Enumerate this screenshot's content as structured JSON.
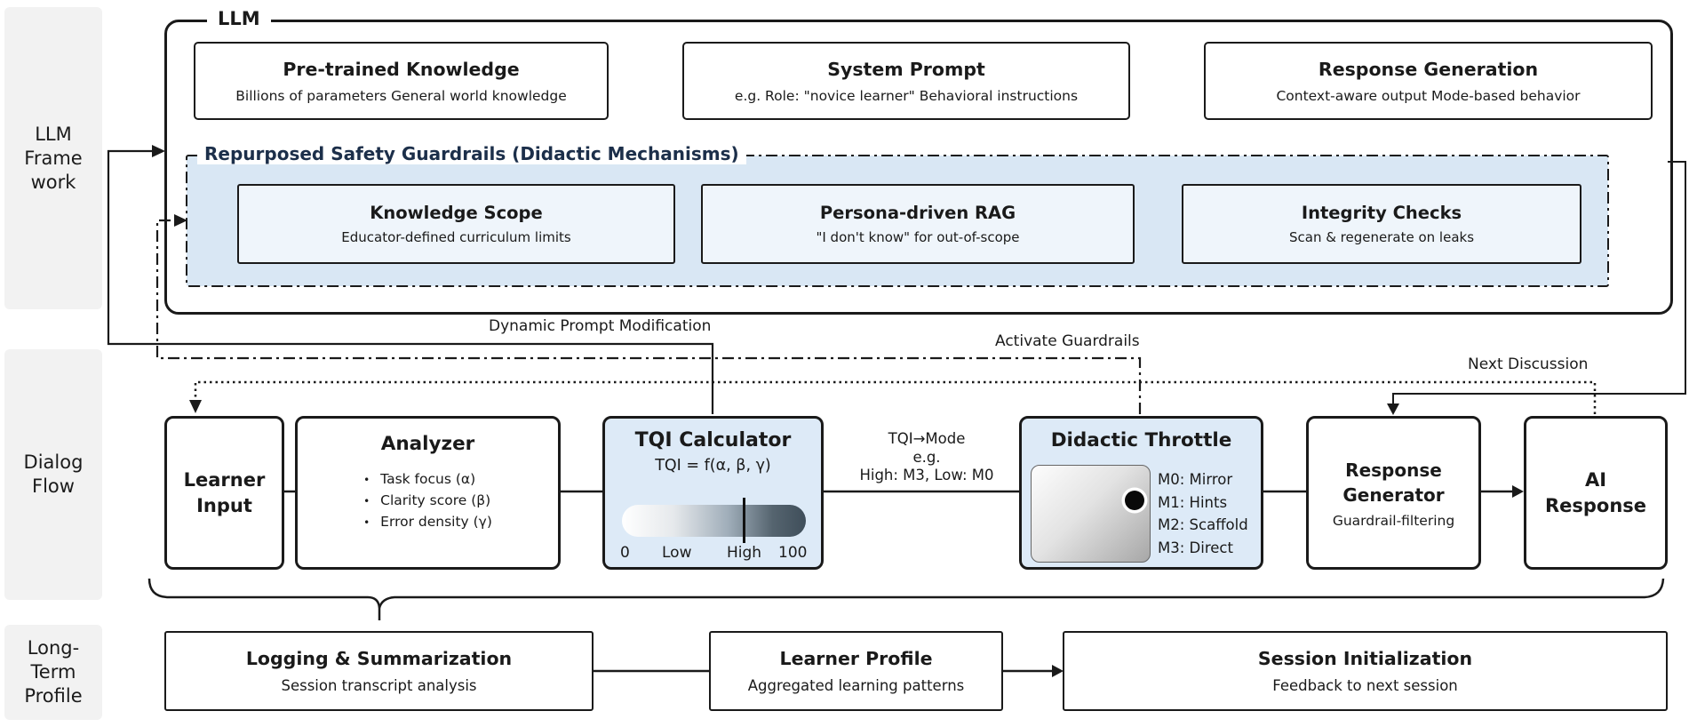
{
  "section_labels": {
    "llm_framework": "LLM\nFrame\nwork",
    "dialog_flow": "Dialog\nFlow",
    "long_term_profile": "Long-\nTerm\nProfile"
  },
  "llm_frame": {
    "label": "LLM",
    "boxes": [
      {
        "title": "Pre-trained Knowledge",
        "subtitle": "Billions of parameters General world knowledge"
      },
      {
        "title": "System Prompt",
        "subtitle": "e.g. Role: \"novice learner\" Behavioral instructions"
      },
      {
        "title": "Response Generation",
        "subtitle": "Context-aware output Mode-based behavior"
      }
    ],
    "guardrails": {
      "title": "Repurposed Safety Guardrails (Didactic Mechanisms)",
      "boxes": [
        {
          "title": "Knowledge Scope",
          "subtitle": "Educator-defined curriculum limits"
        },
        {
          "title": "Persona-driven RAG",
          "subtitle": "\"I don't know\" for out-of-scope"
        },
        {
          "title": "Integrity Checks",
          "subtitle": "Scan & regenerate on leaks"
        }
      ]
    }
  },
  "connector_labels": {
    "dynamic_prompt": "Dynamic Prompt Modification",
    "activate_guardrails": "Activate Guardrails",
    "next_discussion": "Next Discussion",
    "tqi_mode_line1": "TQI→Mode",
    "tqi_mode_line2": "e.g.",
    "tqi_mode_line3": "High: M3, Low: M0"
  },
  "dialog_flow": {
    "learner_input": "Learner\nInput",
    "analyzer": {
      "title": "Analyzer",
      "bullets": [
        "Task focus (α)",
        "Clarity score (β)",
        "Error density (γ)"
      ]
    },
    "tqi": {
      "title": "TQI Calculator",
      "formula": "TQI = f(α, β, γ)",
      "scale": {
        "min": "0",
        "low": "Low",
        "high": "High",
        "max": "100"
      }
    },
    "throttle": {
      "title": "Didactic Throttle",
      "modes": "M0: Mirror\nM1: Hints\nM2: Scaffold\nM3: Direct"
    },
    "response_generator": {
      "title": "Response\nGenerator",
      "subtitle": "Guardrail-filtering"
    },
    "ai_response": "AI\nResponse"
  },
  "long_term": {
    "boxes": [
      {
        "title": "Logging & Summarization",
        "subtitle": "Session transcript analysis"
      },
      {
        "title": "Learner Profile",
        "subtitle": "Aggregated learning patterns"
      },
      {
        "title": "Session Initialization",
        "subtitle": "Feedback to next session"
      }
    ]
  },
  "colors": {
    "border": "#1a1a1a",
    "guardrails_fill": "#d9e7f4",
    "light_panel_fill": "#eff5fb",
    "blue_box_fill": "#ddeaf7",
    "navy_title": "#1c2f4a",
    "sidebar_fill": "#f2f2f2"
  }
}
